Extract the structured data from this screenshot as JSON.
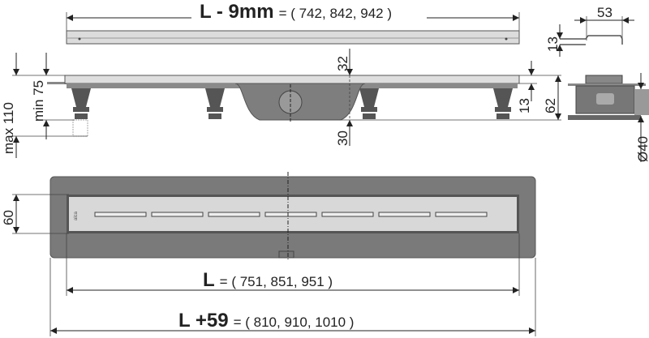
{
  "top_length": {
    "main": "L - 9mm",
    "values": "= ( 742, 842, 942 )"
  },
  "grate_length": {
    "main": "L",
    "values": "= ( 751, 851, 951 )"
  },
  "total_length": {
    "main": "L +59",
    "values": "= ( 810, 910, 1010 )"
  },
  "side_dims": {
    "max_height": "max 110",
    "min_height": "min 75",
    "top_offset": "32",
    "outlet_offset": "30",
    "frame_height": "13",
    "body_height": "62"
  },
  "detail_dims": {
    "bracket_width": "53",
    "bracket_height": "13",
    "outlet_diameter": "Ø40"
  },
  "plan_dims": {
    "width": "60"
  },
  "brand_mark": "alca",
  "colors": {
    "body": "#7a7a7a",
    "grate": "#d8d8d8",
    "line": "#222222"
  }
}
